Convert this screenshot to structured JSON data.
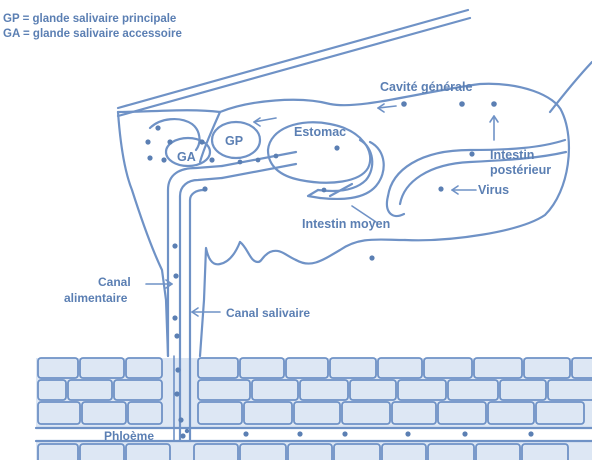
{
  "legend": {
    "gp": "GP = glande salivaire principale",
    "ga": "GA = glande salivaire accessoire"
  },
  "labels": {
    "cavite_generale": "Cavité générale",
    "gp": "GP",
    "ga": "GA",
    "estomac": "Estomac",
    "intestin_posterieur_1": "Intestin",
    "intestin_posterieur_2": "postérieur",
    "virus": "Virus",
    "intestin_moyen": "Intestin moyen",
    "canal_alimentaire_1": "Canal",
    "canal_alimentaire_2": "alimentaire",
    "canal_salivaire": "Canal salivaire",
    "phloeme": "Phloème"
  },
  "colors": {
    "ink": "#5b7fb3",
    "line": "#6f92c6",
    "tissue_fill": "#dde7f4"
  }
}
